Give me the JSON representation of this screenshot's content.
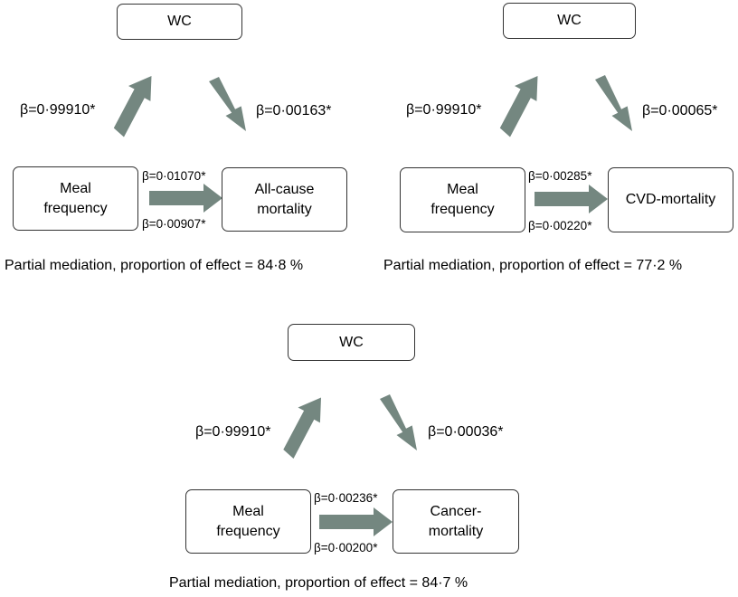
{
  "colors": {
    "arrow": "#748780",
    "box_border": "#333333"
  },
  "panels": [
    {
      "mediator": "WC",
      "exposure": [
        "Meal",
        "frequency"
      ],
      "outcome": [
        "All-cause",
        "mortality"
      ],
      "a_path": "β=0·99910*",
      "b_path": "β=0·00163*",
      "total_effect": "β=0·01070*",
      "direct_effect": "β=0·00907*",
      "caption": "Partial mediation, proportion of effect = 84·8 %"
    },
    {
      "mediator": "WC",
      "exposure": [
        "Meal",
        "frequency"
      ],
      "outcome": [
        "CVD-mortality"
      ],
      "a_path": "β=0·99910*",
      "b_path": "β=0·00065*",
      "total_effect": "β=0·00285*",
      "direct_effect": "β=0·00220*",
      "caption": "Partial mediation, proportion of effect = 77·2 %"
    },
    {
      "mediator": "WC",
      "exposure": [
        "Meal",
        "frequency"
      ],
      "outcome": [
        "Cancer-",
        "mortality"
      ],
      "a_path": "β=0·99910*",
      "b_path": "β=0·00036*",
      "total_effect": "β=0·00236*",
      "direct_effect": "β=0·00200*",
      "caption": "Partial mediation, proportion of effect = 84·7 %"
    }
  ]
}
